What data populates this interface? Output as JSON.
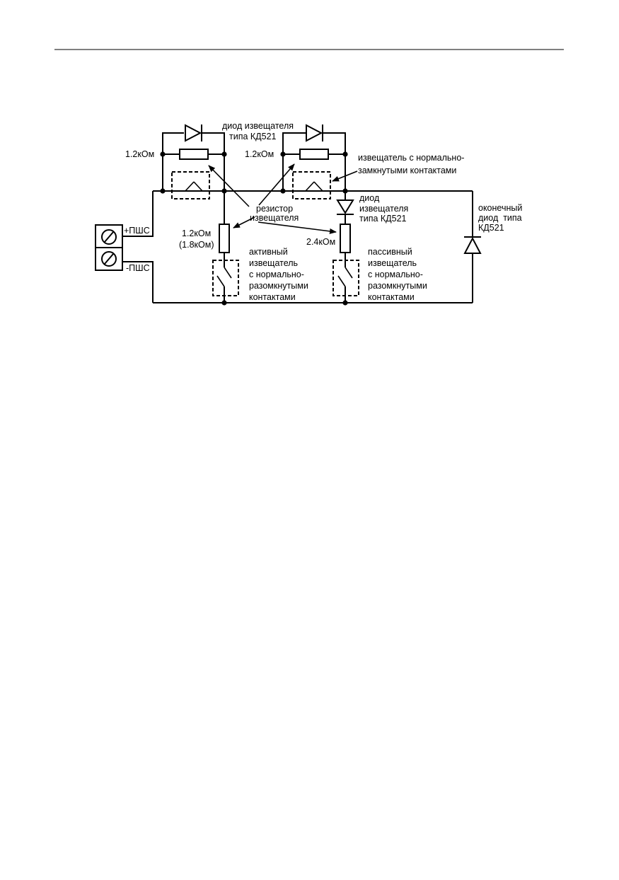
{
  "labels": {
    "r_top_left": "1.2кОм",
    "r_top_right": "1.2кОм",
    "diode_top_line1": "диод извещателя",
    "diode_top_line2": "типа КД521",
    "nc_detector_line1": "извещатель с нормально-",
    "nc_detector_line2": "замкнутыми контактами",
    "diode_mid_line1": "диод",
    "diode_mid_line2": "извещателя",
    "diode_mid_line3": "типа КД521",
    "end_diode_line1": "оконечный",
    "end_diode_line2": "диод  типа",
    "end_diode_line3": "КД521",
    "resistor_line1": "резистор",
    "resistor_line2": "извещателя",
    "plus_terminal": "+ПШС",
    "minus_terminal": "-ПШС",
    "r_active_line1": "1.2кОм",
    "r_active_line2": "(1.8кОм)",
    "r_passive": "2.4кОм",
    "active_line1": "активный",
    "active_line2": "извещатель",
    "active_line3": "с нормально-",
    "active_line4": "разомкнутыми",
    "active_line5": "контактами",
    "passive_line1": "пассивный",
    "passive_line2": "извещатель",
    "passive_line3": "с нормально-",
    "passive_line4": "разомкнутыми",
    "passive_line5": "контактами"
  }
}
